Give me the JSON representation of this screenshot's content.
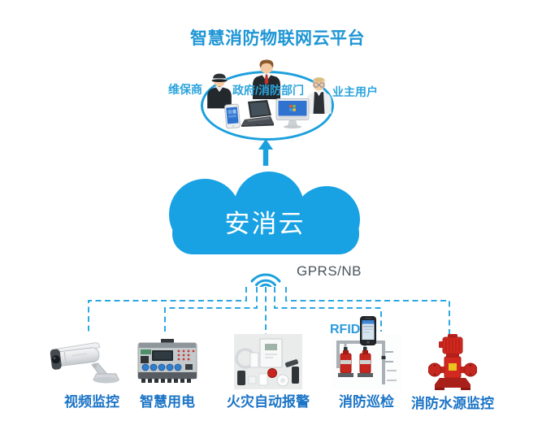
{
  "title": "智慧消防物联网云平台",
  "platform_users": {
    "maintenance": "维保商",
    "government": "政府/消防部门",
    "owner": "业主用户"
  },
  "cloud": {
    "name": "安消云"
  },
  "network": {
    "protocol": "GPRS/NB",
    "rfid": "RFID"
  },
  "devices": [
    {
      "label": "视频监控"
    },
    {
      "label": "智慧用电"
    },
    {
      "label": "火灾自动报警"
    },
    {
      "label": "消防巡检"
    },
    {
      "label": "消防水源监控"
    }
  ],
  "colors": {
    "accent_blue": "#1CA0DD",
    "dash_blue": "#2CA8E2",
    "cloud_blue": "#18A2E3",
    "title_blue": "#1E96D5",
    "device_label_blue": "#1B74C6",
    "gprs_text": "#49545C"
  }
}
